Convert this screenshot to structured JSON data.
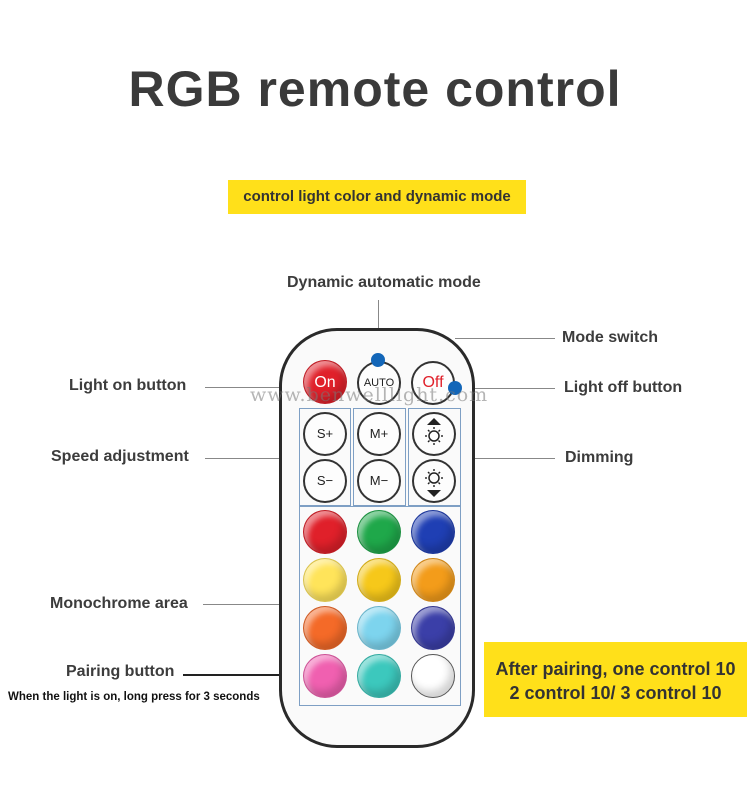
{
  "title": "RGB remote control",
  "subtitle": "control light color and dynamic mode",
  "labels": {
    "dynamic": "Dynamic automatic mode",
    "mode_switch": "Mode switch",
    "light_on": "Light on button",
    "light_off": "Light off button",
    "speed": "Speed adjustment",
    "dimming": "Dimming",
    "monochrome": "Monochrome area",
    "pairing": "Pairing button",
    "pairing_note": "When the light is on, long press for 3 seconds"
  },
  "note": {
    "line1": "After pairing, one control 10",
    "line2": "2 control 10/ 3 control 10"
  },
  "watermark": "www.benwelllight.com",
  "buttons": {
    "on": "On",
    "auto": "AUTO",
    "off": "Off",
    "s_plus": "S+",
    "m_plus": "M+",
    "s_minus": "S−",
    "m_minus": "M−"
  },
  "colors": {
    "accent_yellow": "#ffe01a",
    "pointer_dot": "#1366b8",
    "grid": [
      "#e0202a",
      "#1fa84a",
      "#1f3fb4",
      "#ffe45a",
      "#f6c81a",
      "#f39c1a",
      "#f46a28",
      "#7dd4ee",
      "#3b3fa8",
      "#f060b0",
      "#3cc8bd",
      "#ffffff"
    ]
  }
}
